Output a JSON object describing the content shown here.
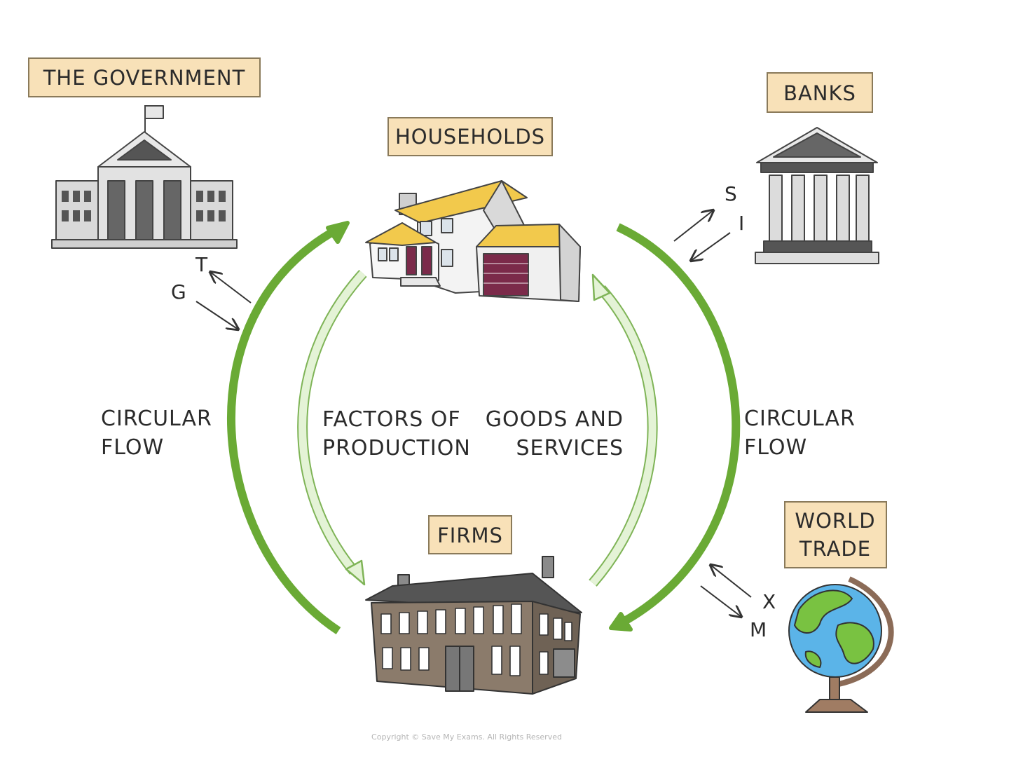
{
  "labels": {
    "government": "THE GOVERNMENT",
    "households": "HOUSEHOLDS",
    "banks": "BANKS",
    "firms": "FIRMS",
    "world_trade_line1": "WORLD",
    "world_trade_line2": "TRADE"
  },
  "flows": {
    "left_line1": "CIRCULAR",
    "left_line2": "FLOW",
    "right_line1": "CIRCULAR",
    "right_line2": "FLOW",
    "factors_line1": "FACTORS OF",
    "factors_line2": "PRODUCTION",
    "goods_line1": "GOODS AND",
    "goods_line2": "SERVICES"
  },
  "leakages": {
    "tax": "T",
    "gov_spending": "G",
    "savings": "S",
    "investment": "I",
    "exports": "X",
    "imports": "M"
  },
  "footer": {
    "copyright": "Copyright © Save My Exams. All Rights Reserved"
  },
  "colors": {
    "main_arrow": "#6aaa35",
    "inner_arrow_fill": "#e4f3d6",
    "inner_arrow_stroke": "#7fb457",
    "label_box": "#f8e1b8",
    "roof_yellow": "#f2c94c",
    "garage_door": "#7b2a4a",
    "building_brown": "#8b7b6b",
    "globe_water": "#5bb4e8",
    "globe_land": "#79c241"
  }
}
